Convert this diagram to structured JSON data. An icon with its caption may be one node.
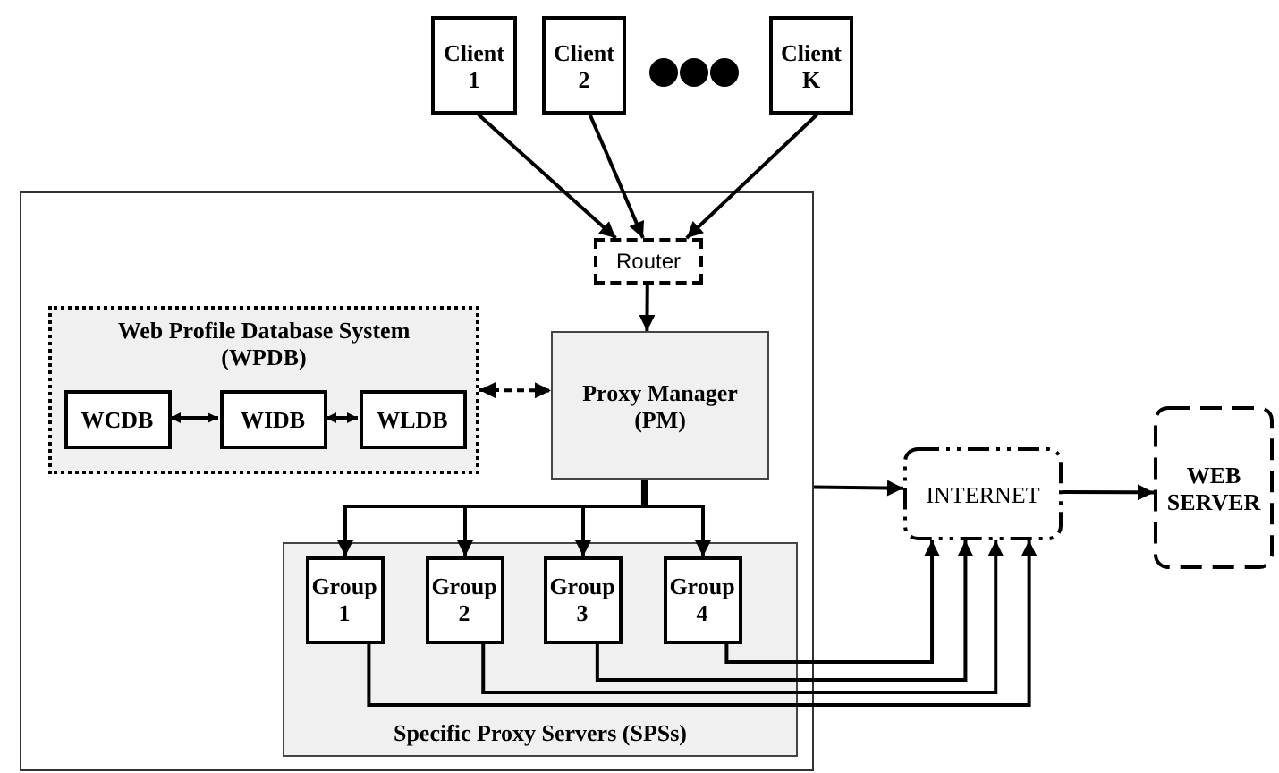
{
  "diagram": {
    "nodes": [
      {
        "text": [
          "Client 1"
        ]
      },
      {
        "text": [
          "Client 2"
        ]
      },
      {
        "text": [
          "Client K"
        ]
      },
      {
        "text": [],
        "shape": "box"
      },
      {
        "text": [
          "Router"
        ],
        "in": 3
      },
      {
        "text": [
          "Web Profile Database System (WPDB)"
        ],
        "in": 3
      },
      {
        "text": [
          "WCDB"
        ],
        "in": 5
      },
      {
        "text": [
          "WIDB"
        ],
        "in": 5
      },
      {
        "text": [
          "WLDB"
        ],
        "in": 5
      },
      {
        "text": [
          "Proxy Manager (PM)"
        ],
        "in": 3
      },
      {
        "text": [
          "Specific Proxy Servers (SPSs)"
        ],
        "in": 3
      },
      {
        "text": [
          "Group 1"
        ],
        "in": 10
      },
      {
        "text": [
          "Group 2"
        ],
        "in": 10
      },
      {
        "text": [
          "Group 3"
        ],
        "in": 10
      },
      {
        "text": [
          "Group 4"
        ],
        "in": 10
      },
      {
        "text": [
          "INTERNET"
        ]
      },
      {
        "text": [
          "WEB SERVER"
        ]
      }
    ],
    "edges": [
      {
        "from": 0,
        "to": 4,
        "arrow": "to"
      },
      {
        "from": 1,
        "to": 4,
        "arrow": "to"
      },
      {
        "from": 2,
        "to": 4,
        "arrow": "to"
      },
      {
        "from": 4,
        "to": 9,
        "arrow": "to"
      },
      {
        "from": 6,
        "to": 7,
        "arrow": "both"
      },
      {
        "from": 7,
        "to": 8,
        "arrow": "both"
      },
      {
        "from": 5,
        "to": 9,
        "arrow": "both",
        "style": "dashed"
      },
      {
        "from": 9,
        "to": 11,
        "arrow": "to"
      },
      {
        "from": 9,
        "to": 12,
        "arrow": "to"
      },
      {
        "from": 9,
        "to": 13,
        "arrow": "to"
      },
      {
        "from": 9,
        "to": 14,
        "arrow": "to"
      },
      {
        "from": 11,
        "to": 15,
        "arrow": "to"
      },
      {
        "from": 12,
        "to": 15,
        "arrow": "to"
      },
      {
        "from": 13,
        "to": 15,
        "arrow": "to"
      },
      {
        "from": 14,
        "to": 15,
        "arrow": "to"
      },
      {
        "from": 3,
        "to": 15,
        "arrow": "to"
      },
      {
        "from": 15,
        "to": 16,
        "arrow": "to"
      }
    ]
  }
}
